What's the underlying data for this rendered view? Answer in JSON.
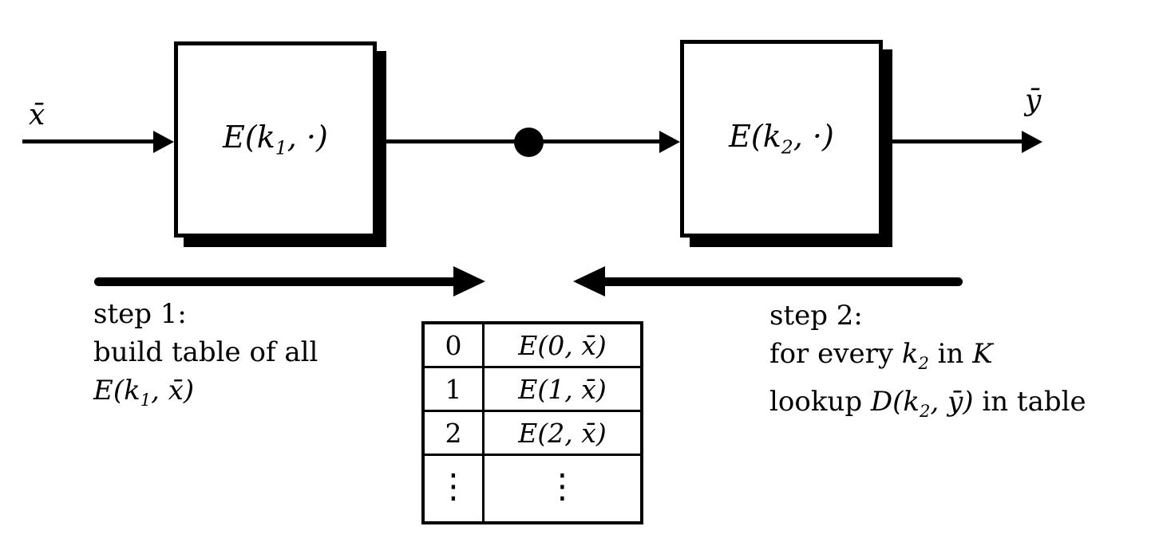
{
  "labels": {
    "input": "x̄",
    "output": "ȳ"
  },
  "boxes": {
    "box1": {
      "pre": "E(k",
      "sub": "1",
      "post": ", ·)"
    },
    "box2": {
      "pre": "E(k",
      "sub": "2",
      "post": ", ·)"
    }
  },
  "step1": {
    "line1": "step 1:",
    "line2": "build table of all",
    "line3": {
      "pre": "E(k",
      "sub": "1",
      "post": ", x̄)"
    }
  },
  "step2": {
    "line1": "step 2:",
    "line2": {
      "pre": "for every ",
      "k": "k",
      "sub": "2",
      "mid": " in ",
      "keyspace": "K"
    },
    "line3": {
      "pre": "lookup ",
      "math_pre": "D(k",
      "sub": "2",
      "math_post": ", ȳ)",
      "post": " in table"
    }
  },
  "table": {
    "rows": [
      {
        "key": "0",
        "value": "E(0, x̄)"
      },
      {
        "key": "1",
        "value": "E(1, x̄)"
      },
      {
        "key": "2",
        "value": "E(2, x̄)"
      },
      {
        "key": "⋮",
        "value": "⋮"
      }
    ]
  }
}
